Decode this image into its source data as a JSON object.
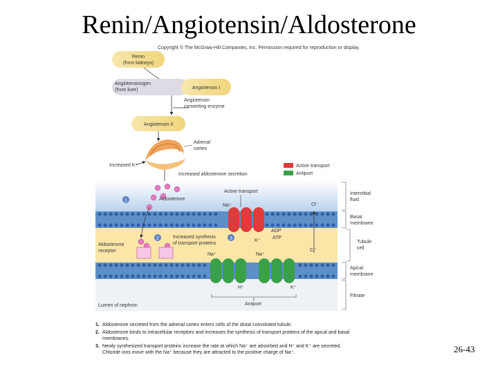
{
  "slide": {
    "title": "Renin/Angiotensin/Aldosterone",
    "page_number": "26-43"
  },
  "copyright": "Copyright © The McGraw-Hill Companies, Inc. Permission required for reproduction or display.",
  "pathway": {
    "renin": [
      "Renin",
      "(from kidneys)"
    ],
    "angiotensinogen": [
      "Angiotensinogen",
      "(from liver)"
    ],
    "angiotensin_1": "Angiotensin I",
    "converting_enzyme": [
      "Angiotensin-",
      "converting enzyme"
    ],
    "angiotensin_2": "Angiotensin II",
    "adrenal_cortex": [
      "Adrenal",
      "cortex"
    ],
    "increased_k": "Increased K⁺",
    "increased_secretion": "Increased aldosterone secretion"
  },
  "legend": {
    "active_transport": "Active transport",
    "antiport": "Antiport",
    "active_color": "#e03a3a",
    "antiport_color": "#3aa04a"
  },
  "cell": {
    "active_transport_label": "Active transport",
    "aldosterone": "Aldosterone",
    "na": "Na⁺",
    "cl": "Cl⁻",
    "k": "K⁺",
    "h": "H⁺",
    "adp": "ADP",
    "atp": "ATP",
    "increased_synthesis": [
      "Increased synthesis",
      "of transport proteins"
    ],
    "aldosterone_receptor": [
      "Aldosterone",
      "receptor"
    ],
    "antiport_label": "Antiport",
    "lumen": "Lumen of nephron",
    "step_markers": [
      "1",
      "2",
      "3"
    ]
  },
  "regions": {
    "interstitial": [
      "Interstitial",
      "fluid"
    ],
    "basal": [
      "Basal",
      "membrane"
    ],
    "tubule": [
      "Tubule",
      "cell"
    ],
    "apical": [
      "Apical",
      "membrane"
    ],
    "filtrate": "Filtrate"
  },
  "steps": [
    {
      "num": "1.",
      "text": "Aldosterone secreted from the adrenal cortex enters cells of the distal convoluted tubule."
    },
    {
      "num": "2.",
      "text": "Aldosterone binds to intracellular receptors and increases the synthesis of transport proteins of the apical and basal membranes."
    },
    {
      "num": "3.",
      "text": "Newly synthesized transport proteins increase the rate at which Na⁺ are absorbed and H⁺ and K⁺ are secreted. Chloride ions move with the Na⁺ because they are attracted to the positive charge of Na⁺."
    }
  ]
}
